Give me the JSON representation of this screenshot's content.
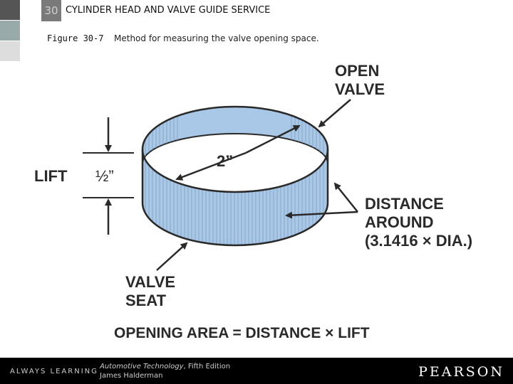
{
  "header": {
    "chapter_number": "30",
    "title": "CYLINDER HEAD AND VALVE GUIDE SERVICE"
  },
  "figure": {
    "label": "Figure 30-7",
    "caption": "Method for measuring the valve opening space."
  },
  "diagram": {
    "open_valve": [
      "OPEN",
      "VALVE"
    ],
    "diameter": "2”",
    "lift_label": "LIFT",
    "lift_value": "½”",
    "distance_around": [
      "DISTANCE",
      "AROUND",
      "(3.1416 × DIA.)"
    ],
    "valve_seat": [
      "VALVE",
      "SEAT"
    ],
    "formula": "OPENING AREA = DISTANCE × LIFT",
    "colors": {
      "cylinder_fill": "#a9c7e6",
      "cylinder_stripes": "#7f9fbf",
      "ink": "#2a2a2a"
    }
  },
  "footer": {
    "tagline": "ALWAYS LEARNING",
    "book_title": "Automotive Technology",
    "book_edition": ", Fifth Edition",
    "author": "James Halderman",
    "brand": "PEARSON"
  }
}
